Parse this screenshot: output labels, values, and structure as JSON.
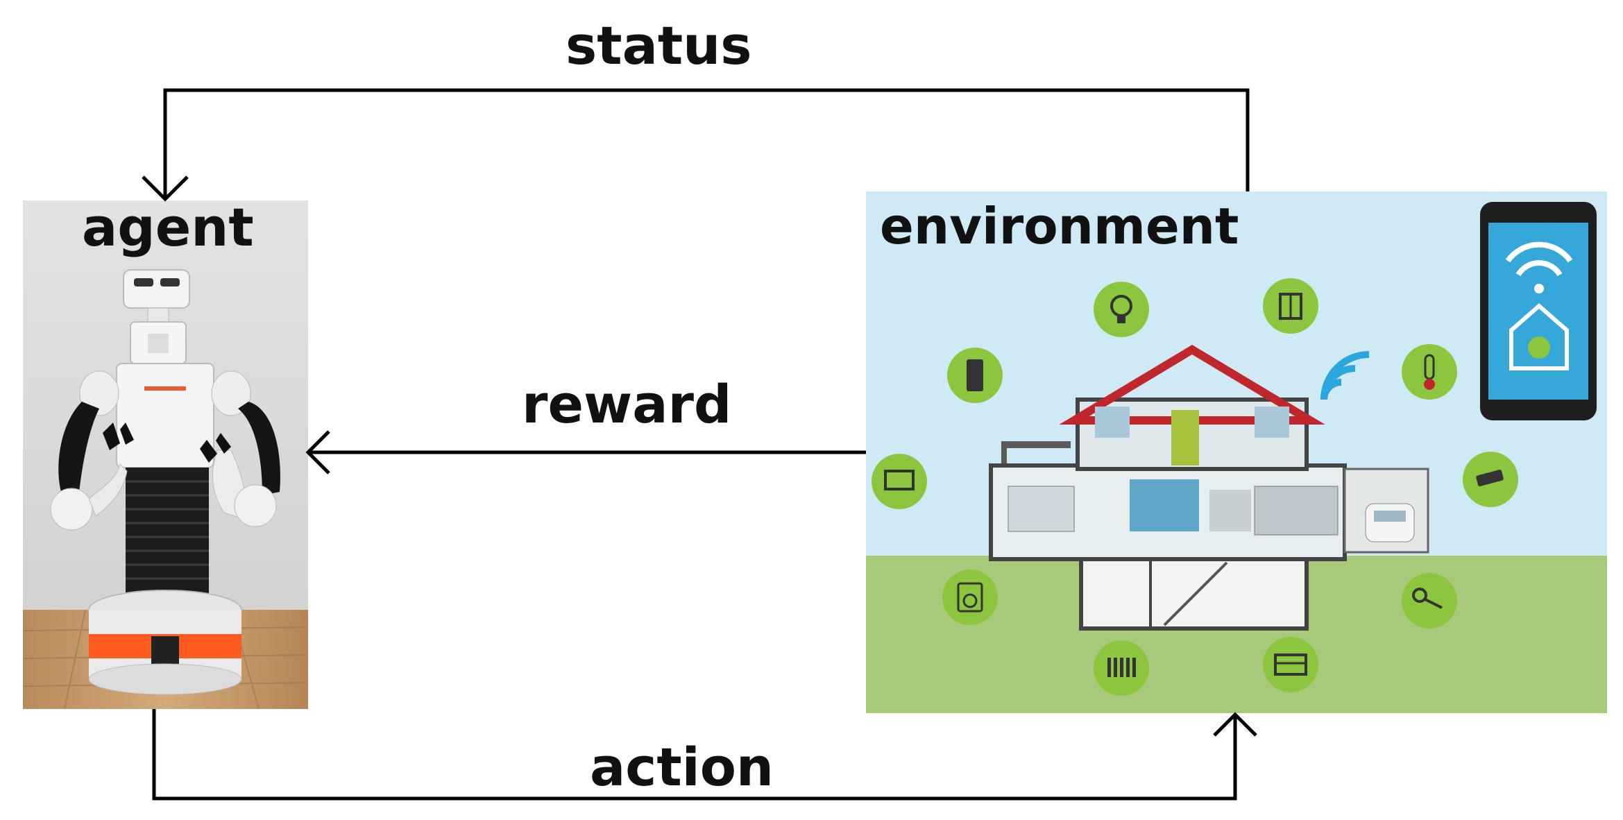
{
  "diagram": {
    "edges": {
      "status": "status",
      "reward": "reward",
      "action": "action"
    },
    "nodes": {
      "agent": "agent",
      "environment": "environment"
    }
  },
  "colors": {
    "line": "#000000",
    "sky": "#cfe9f5",
    "grass": "#a9c97a",
    "icon_green": "#8cc63f",
    "roof": "#c0272d",
    "robot_orange": "#ff5a1f"
  }
}
